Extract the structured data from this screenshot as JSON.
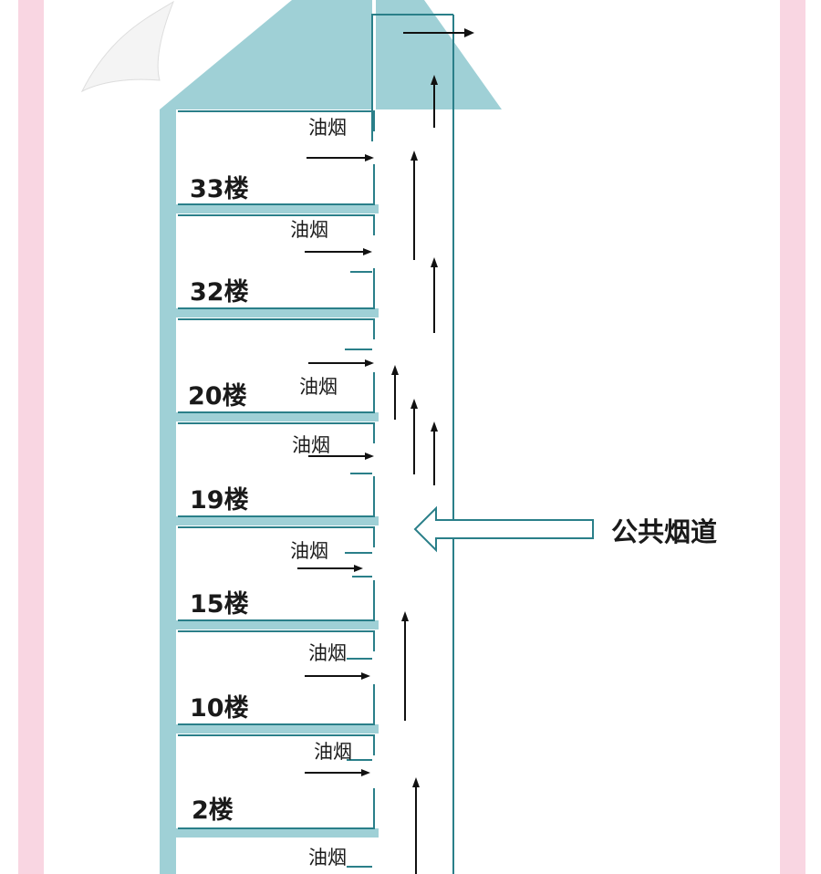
{
  "colors": {
    "building": "#9fd0d6",
    "building_line": "#2a7f89",
    "arrow": "#111111",
    "page_strip": "#f9d6e2",
    "background": "#ffffff"
  },
  "callout": {
    "label": "公共烟道"
  },
  "floors": [
    {
      "label": "33楼",
      "smoke": "油烟"
    },
    {
      "label": "32楼",
      "smoke": "油烟"
    },
    {
      "label": "20楼",
      "smoke": "油烟"
    },
    {
      "label": "19楼",
      "smoke": "油烟"
    },
    {
      "label": "15楼",
      "smoke": "油烟"
    },
    {
      "label": "10楼",
      "smoke": "油烟"
    },
    {
      "label": "2楼",
      "smoke": "油烟"
    },
    {
      "label": "",
      "smoke": "油烟"
    }
  ]
}
